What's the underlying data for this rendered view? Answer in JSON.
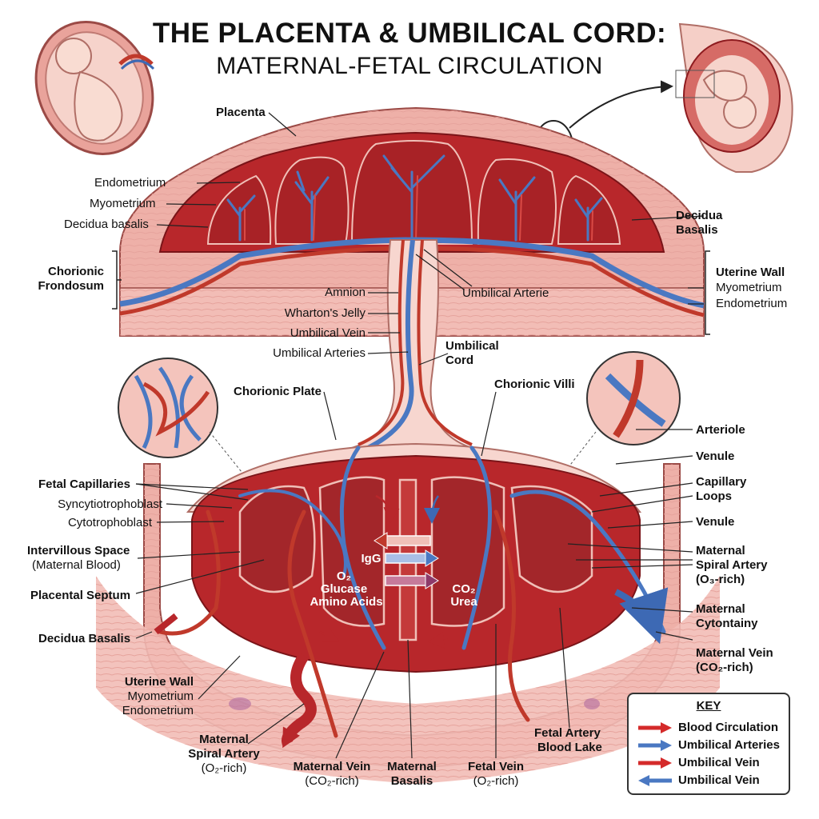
{
  "title": "THE PLACENTA & UMBILICAL CORD:",
  "subtitle": "MATERNAL-FETAL CIRCULATION",
  "labels": {
    "placenta": "Placenta",
    "endometrium": "Endometrium",
    "myometrium": "Myometrium",
    "decidua_basalis_left": "Decidua basalis",
    "chorionic_frondosum_1": "Chorionic",
    "chorionic_frondosum_2": "Frondosum",
    "decidua_basalis_right_1": "Decidua",
    "decidua_basalis_right_2": "Basalis",
    "uterine_wall_r1": "Uterine Wall",
    "uterine_wall_r2": "Myometrium",
    "uterine_wall_r3": "Endometrium",
    "amnion": "Amnion",
    "whartons_jelly": "Wharton's Jelly",
    "umbilical_vein": "Umbilical Vein",
    "umbilical_arteries": "Umbilical Arteries",
    "umbilical_arterie": "Umbilical Arterie",
    "umbilical_cord_1": "Umbilical",
    "umbilical_cord_2": "Cord",
    "chorionic_plate": "Chorionic Plate",
    "chorionic_villi": "Chorionic Villi",
    "arteriole": "Arteriole",
    "venule_1": "Venule",
    "capillary_loops_1": "Capillary",
    "capillary_loops_2": "Loops",
    "venule_2": "Venule",
    "maternal_spiral_r1": "Maternal",
    "maternal_spiral_r2": "Spiral Artery",
    "maternal_spiral_r3": "(O₃-rich)",
    "maternal_cyto_1": "Maternal",
    "maternal_cyto_2": "Cytontainy",
    "maternal_vein_r1": "Maternal Vein",
    "maternal_vein_r2": "(CO₂-rich)",
    "fetal_capillaries": "Fetal Capillaries",
    "syncytiotrophoblast": "Syncytiotrophoblast",
    "cytotrophoblast": "Cytotrophoblast",
    "intervillous_1": "Intervillous Space",
    "intervillous_2": "(Maternal Blood)",
    "placental_septum": "Placental Septum",
    "decidua_basalis_low": "Decidua Basalis",
    "uterine_wall_l1": "Uterine Wall",
    "uterine_wall_l2": "Myometrium",
    "uterine_wall_l3": "Endometrium",
    "maternal_spiral_b1": "Maternal",
    "maternal_spiral_b2": "Spiral Artery",
    "maternal_spiral_b3": "(O₂-rich)",
    "maternal_vein_b1": "Maternal Vein",
    "maternal_vein_b2": "(CO₂-rich)",
    "maternal_basalis_1": "Maternal",
    "maternal_basalis_2": "Basalis",
    "fetal_vein_1": "Fetal Vein",
    "fetal_vein_2": "(O₂-rich)",
    "fetal_artery_1": "Fetal Artery",
    "fetal_artery_2": "Blood Lake"
  },
  "exchange": {
    "left_1": "IgG",
    "left_2": "O₂",
    "left_3": "Glucase",
    "left_4": "Amino Acids",
    "right_1": "CO₂",
    "right_2": "Urea"
  },
  "key": {
    "title": "KEY",
    "items": [
      {
        "label": "Blood Circulation",
        "color": "#d42a2a",
        "dir": "right"
      },
      {
        "label": "Umbilical Arteries",
        "color": "#4a78c2",
        "dir": "right"
      },
      {
        "label": "Umbilical Vein",
        "color": "#d42a2a",
        "dir": "right"
      },
      {
        "label": "Umbilical Vein",
        "color": "#4a78c2",
        "dir": "left"
      }
    ]
  },
  "colors": {
    "tissue": "#f0b4ae",
    "tissue_dark": "#e08c86",
    "blood": "#b8272b",
    "blood_dark": "#8e1b1f",
    "artery_red": "#d42a2a",
    "vein_blue": "#4a78c2",
    "membrane": "#f7d6cf"
  }
}
